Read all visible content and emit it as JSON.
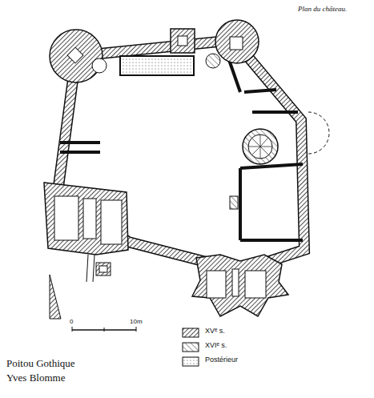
{
  "diagram": {
    "title": "Plan du château.",
    "labels": [
      "0",
      "10m",
      "Poitou Gothique",
      "Yves Blomme"
    ],
    "legend": [
      {
        "text": "XVᵉ s."
      },
      {
        "text": "XVIᵉ s."
      },
      {
        "text": "Postérieur"
      }
    ]
  }
}
